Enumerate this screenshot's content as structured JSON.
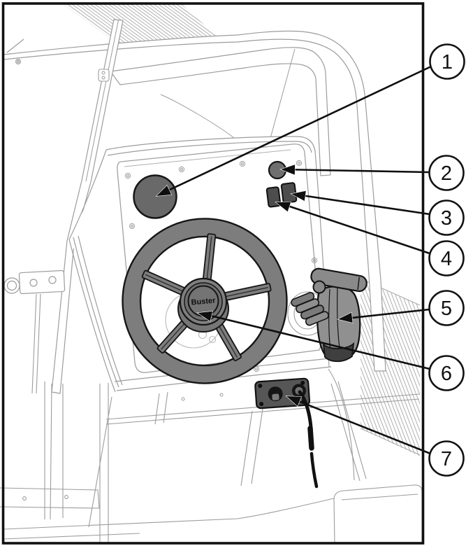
{
  "illustration": {
    "brand_label": "Buster",
    "callouts": [
      {
        "label": "1"
      },
      {
        "label": "2"
      },
      {
        "label": "3"
      },
      {
        "label": "4"
      },
      {
        "label": "5"
      },
      {
        "label": "6"
      },
      {
        "label": "7"
      }
    ]
  },
  "colors": {
    "line_gray": "#9c9c9c",
    "hatch_gray": "#b0b0b0",
    "outline_black": "#141414",
    "metal_gray": "#7d7d7d",
    "dark_panel": "#525252",
    "background": "#ffffff"
  }
}
